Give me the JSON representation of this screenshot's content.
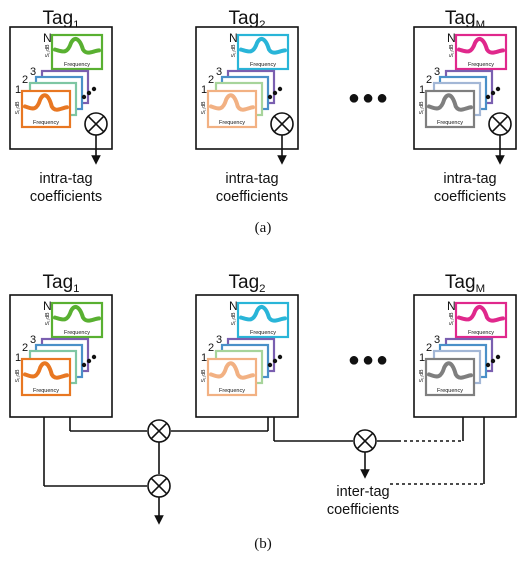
{
  "panel_a": {
    "caption": "(a)",
    "tags": [
      {
        "name": "Tag",
        "sub": "1",
        "output": [
          "intra-tag",
          "coefficients"
        ],
        "front_color": "#e87722",
        "top_color": "#59b031",
        "top_index": "N"
      },
      {
        "name": "Tag",
        "sub": "2",
        "output": [
          "intra-tag",
          "coefficients"
        ],
        "front_color": "#f2b183",
        "top_color": "#29b5d8",
        "top_index": "N"
      },
      {
        "name": "Tag",
        "sub": "M",
        "output": [
          "intra-tag",
          "coefficients"
        ],
        "front_color": "#7f7f7f",
        "top_color": "#e0288c",
        "top_index": "N"
      }
    ]
  },
  "panel_b": {
    "caption": "(b)",
    "tags": [
      {
        "name": "Tag",
        "sub": "1"
      },
      {
        "name": "Tag",
        "sub": "2"
      },
      {
        "name": "Tag",
        "sub": "M"
      }
    ],
    "output": [
      "inter-tag",
      "coefficients"
    ]
  },
  "stack_indices": [
    "1",
    "2",
    "3"
  ],
  "ellipsis": "●●●",
  "small_plot": {
    "xlabel": "Frequency",
    "ylabel": "S₁₁dB"
  },
  "multiply_symbol": "⊗"
}
